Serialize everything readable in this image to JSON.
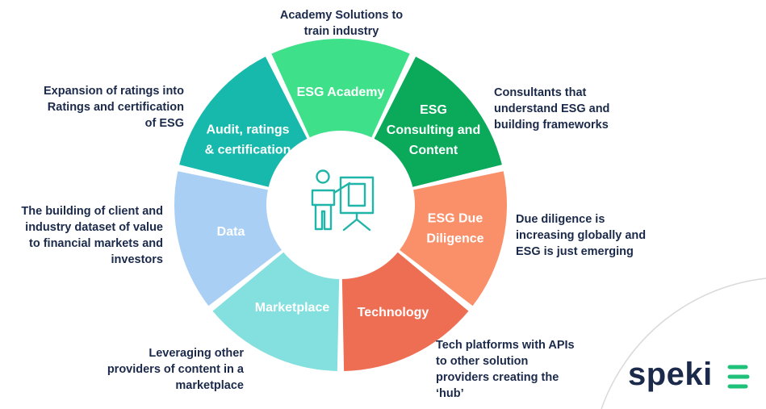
{
  "wheel": {
    "segments": [
      {
        "id": "esg-academy",
        "lines": [
          "ESG Academy"
        ],
        "color": "#3ee08a"
      },
      {
        "id": "esg-consulting",
        "lines": [
          "ESG",
          "Consulting and",
          "Content"
        ],
        "color": "#0aaa5a"
      },
      {
        "id": "esg-due-diligence",
        "lines": [
          "ESG Due",
          "Diligence"
        ],
        "color": "#f9906a"
      },
      {
        "id": "technology",
        "lines": [
          "Technology"
        ],
        "color": "#ee6e54"
      },
      {
        "id": "marketplace",
        "lines": [
          "Marketplace"
        ],
        "color": "#84e0de"
      },
      {
        "id": "data",
        "lines": [
          "Data"
        ],
        "color": "#a9cff5"
      },
      {
        "id": "audit",
        "lines": [
          "Audit, ratings",
          "& certification"
        ],
        "color": "#17b9ad"
      }
    ],
    "center_icon": "presenter-board-icon",
    "icon_color": "#1fb5a8"
  },
  "descriptions": {
    "academy": "Academy Solutions to\ntrain industry",
    "consulting": "Consultants that\nunderstand ESG and\nbuilding frameworks",
    "due_diligence": "Due diligence is\nincreasing globally and\nESG is just emerging",
    "technology": "Tech platforms with APIs\nto other solution\nproviders creating the\n‘hub’",
    "marketplace": "Leveraging other\nproviders of content in a\nmarketplace",
    "data": "The building of client and\nindustry dataset of value\nto financial markets and\ninvestors",
    "audit": "Expansion of ratings into\nRatings and certification\nof ESG"
  },
  "logo": {
    "text": "speki",
    "color": "#1b2a4a",
    "mark_color": "#1ec07a"
  }
}
